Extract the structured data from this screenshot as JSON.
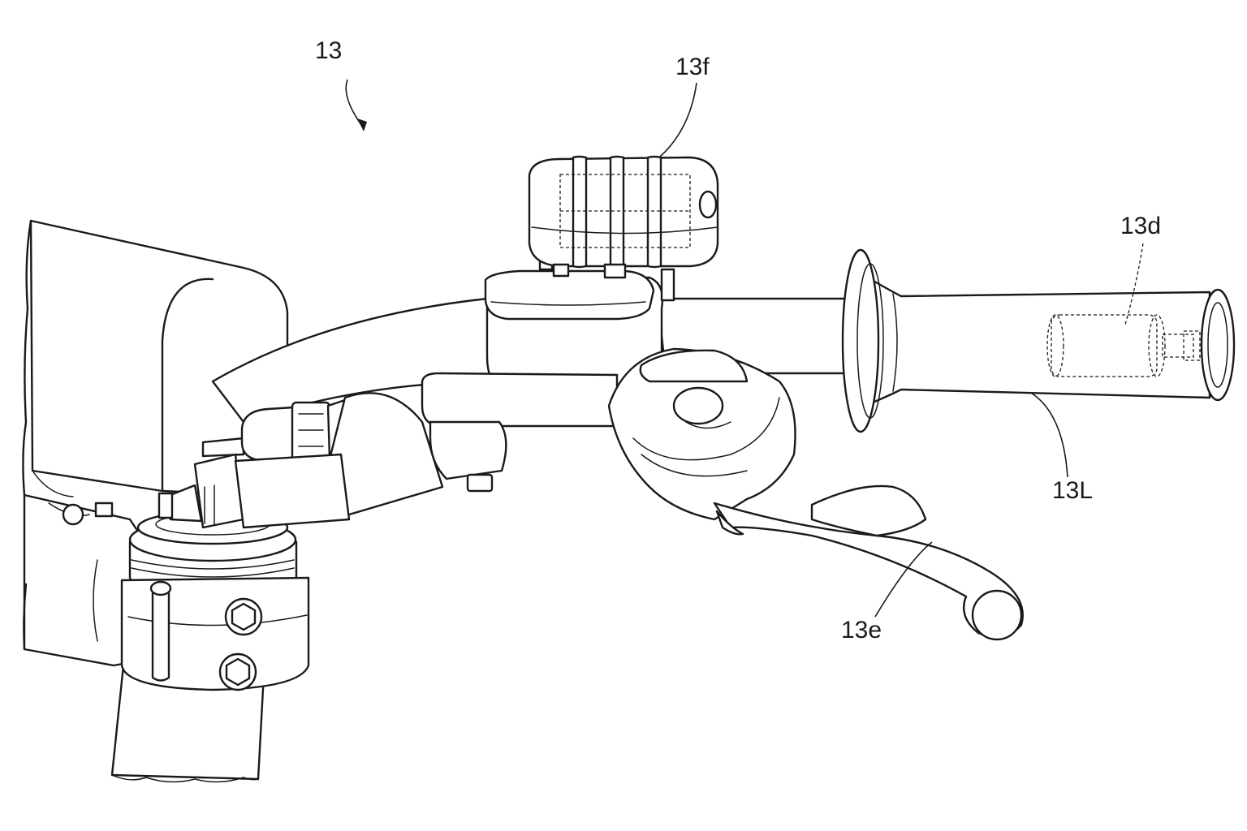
{
  "labels": {
    "assembly": "13",
    "switch": "13f",
    "sensor": "13d",
    "lever": "13e",
    "grip": "13L"
  }
}
